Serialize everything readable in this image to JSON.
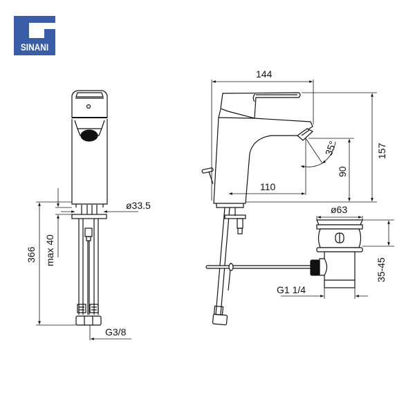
{
  "brand": {
    "name": "SINANI",
    "color": "#3a5da8"
  },
  "front_view": {
    "dimensions": {
      "flange_diameter": "ø33.5",
      "total_height": "366",
      "max_thickness": "max 40",
      "connection_thread": "G3/8"
    }
  },
  "side_view": {
    "dimensions": {
      "width": "144",
      "height": "157",
      "spout_height": "90",
      "spout_reach": "110",
      "aerator_angle": "35°"
    }
  },
  "waste_valve": {
    "dimensions": {
      "plug_diameter": "ø63",
      "height_range": "35-45",
      "thread": "G1 1/4"
    }
  },
  "colors": {
    "line": "#111111",
    "fill": "#ffffff"
  }
}
